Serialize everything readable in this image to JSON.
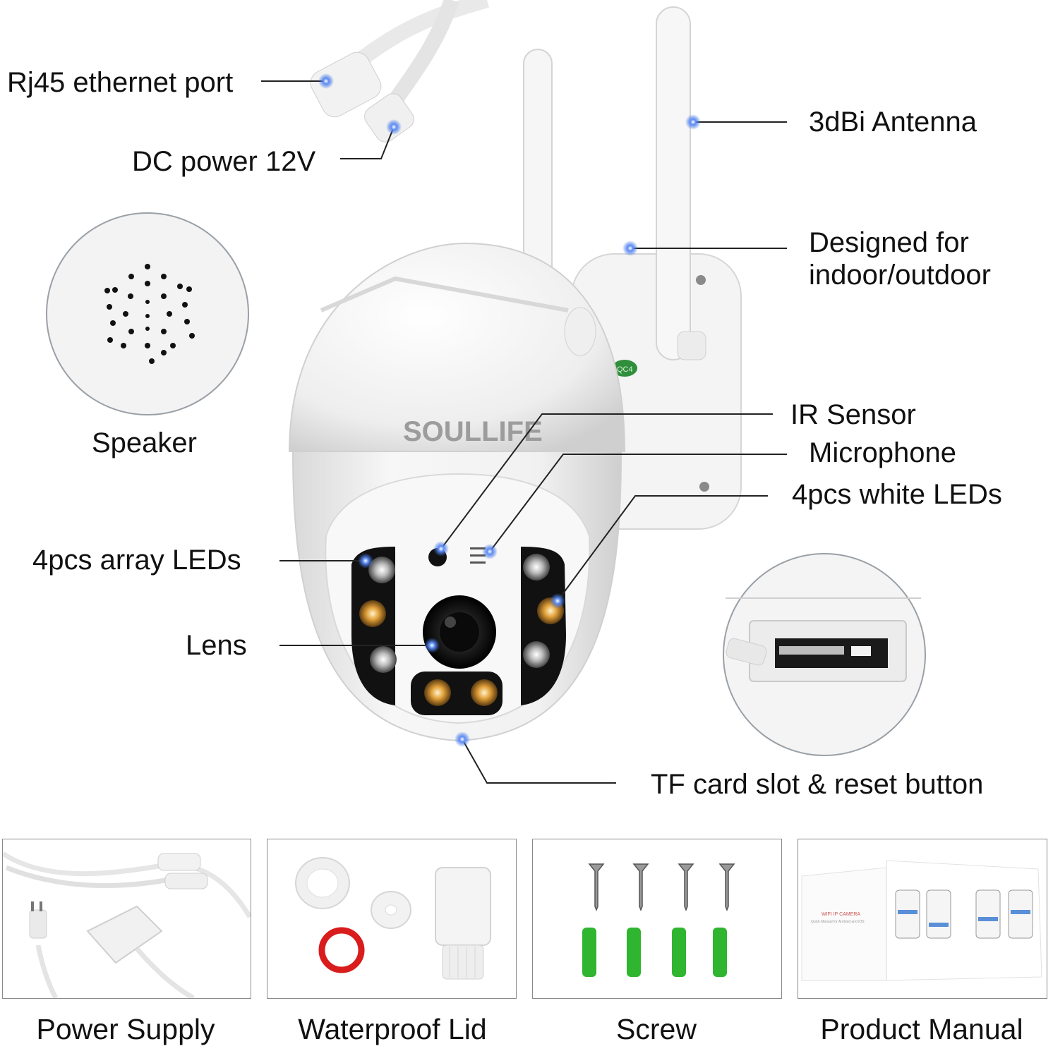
{
  "brand": "SOULLIFE",
  "module_badge": "QC4",
  "manual_cover_title": "WIFI IP CAMERA",
  "manual_cover_subtitle": "Quick Manual for Android and iOS",
  "callouts": {
    "rj45": "Rj45 ethernet port",
    "dc_power": "DC power 12V",
    "antenna": "3dBi Antenna",
    "indoor_outdoor_line1": "Designed for",
    "indoor_outdoor_line2": "indoor/outdoor",
    "speaker": "Speaker",
    "ir_sensor": "IR Sensor",
    "microphone": "Microphone",
    "white_leds": "4pcs white LEDs",
    "array_leds": "4pcs array LEDs",
    "lens": "Lens",
    "tf_card": "TF card slot & reset button"
  },
  "accessories": [
    {
      "label": "Power Supply"
    },
    {
      "label": "Waterproof Lid"
    },
    {
      "label": "Screw"
    },
    {
      "label": "Product Manual"
    }
  ],
  "colors": {
    "callout_dot": "#3b6fe0",
    "callout_line": "#222222",
    "panel_border": "#8a8a8a",
    "gasket_red": "#d91c1c",
    "anchor_green": "#2fb52f",
    "led_amber": "#e2a13a"
  }
}
